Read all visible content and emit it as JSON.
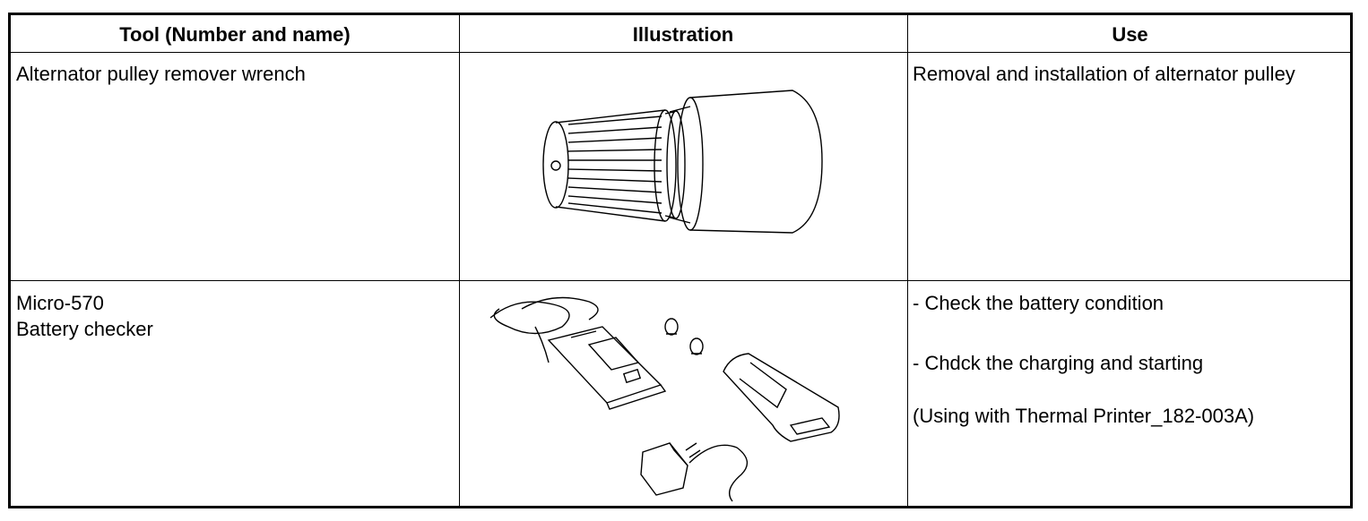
{
  "header": {
    "tool": "Tool (Number and name)",
    "illustration": "Illustration",
    "use": "Use"
  },
  "rows": [
    {
      "tool_lines": [
        "Alternator pulley remover wrench"
      ],
      "illustration_icon": "alternator-pulley-wrench-icon",
      "use_lines": [
        "Removal and installation of alternator pulley"
      ]
    },
    {
      "tool_lines": [
        "Micro-570",
        "Battery checker"
      ],
      "illustration_icon": "battery-checker-kit-icon",
      "use_lines": [
        "- Check the battery condition",
        "- Chdck the charging and starting",
        "(Using with Thermal Printer_182-003A)"
      ]
    }
  ]
}
